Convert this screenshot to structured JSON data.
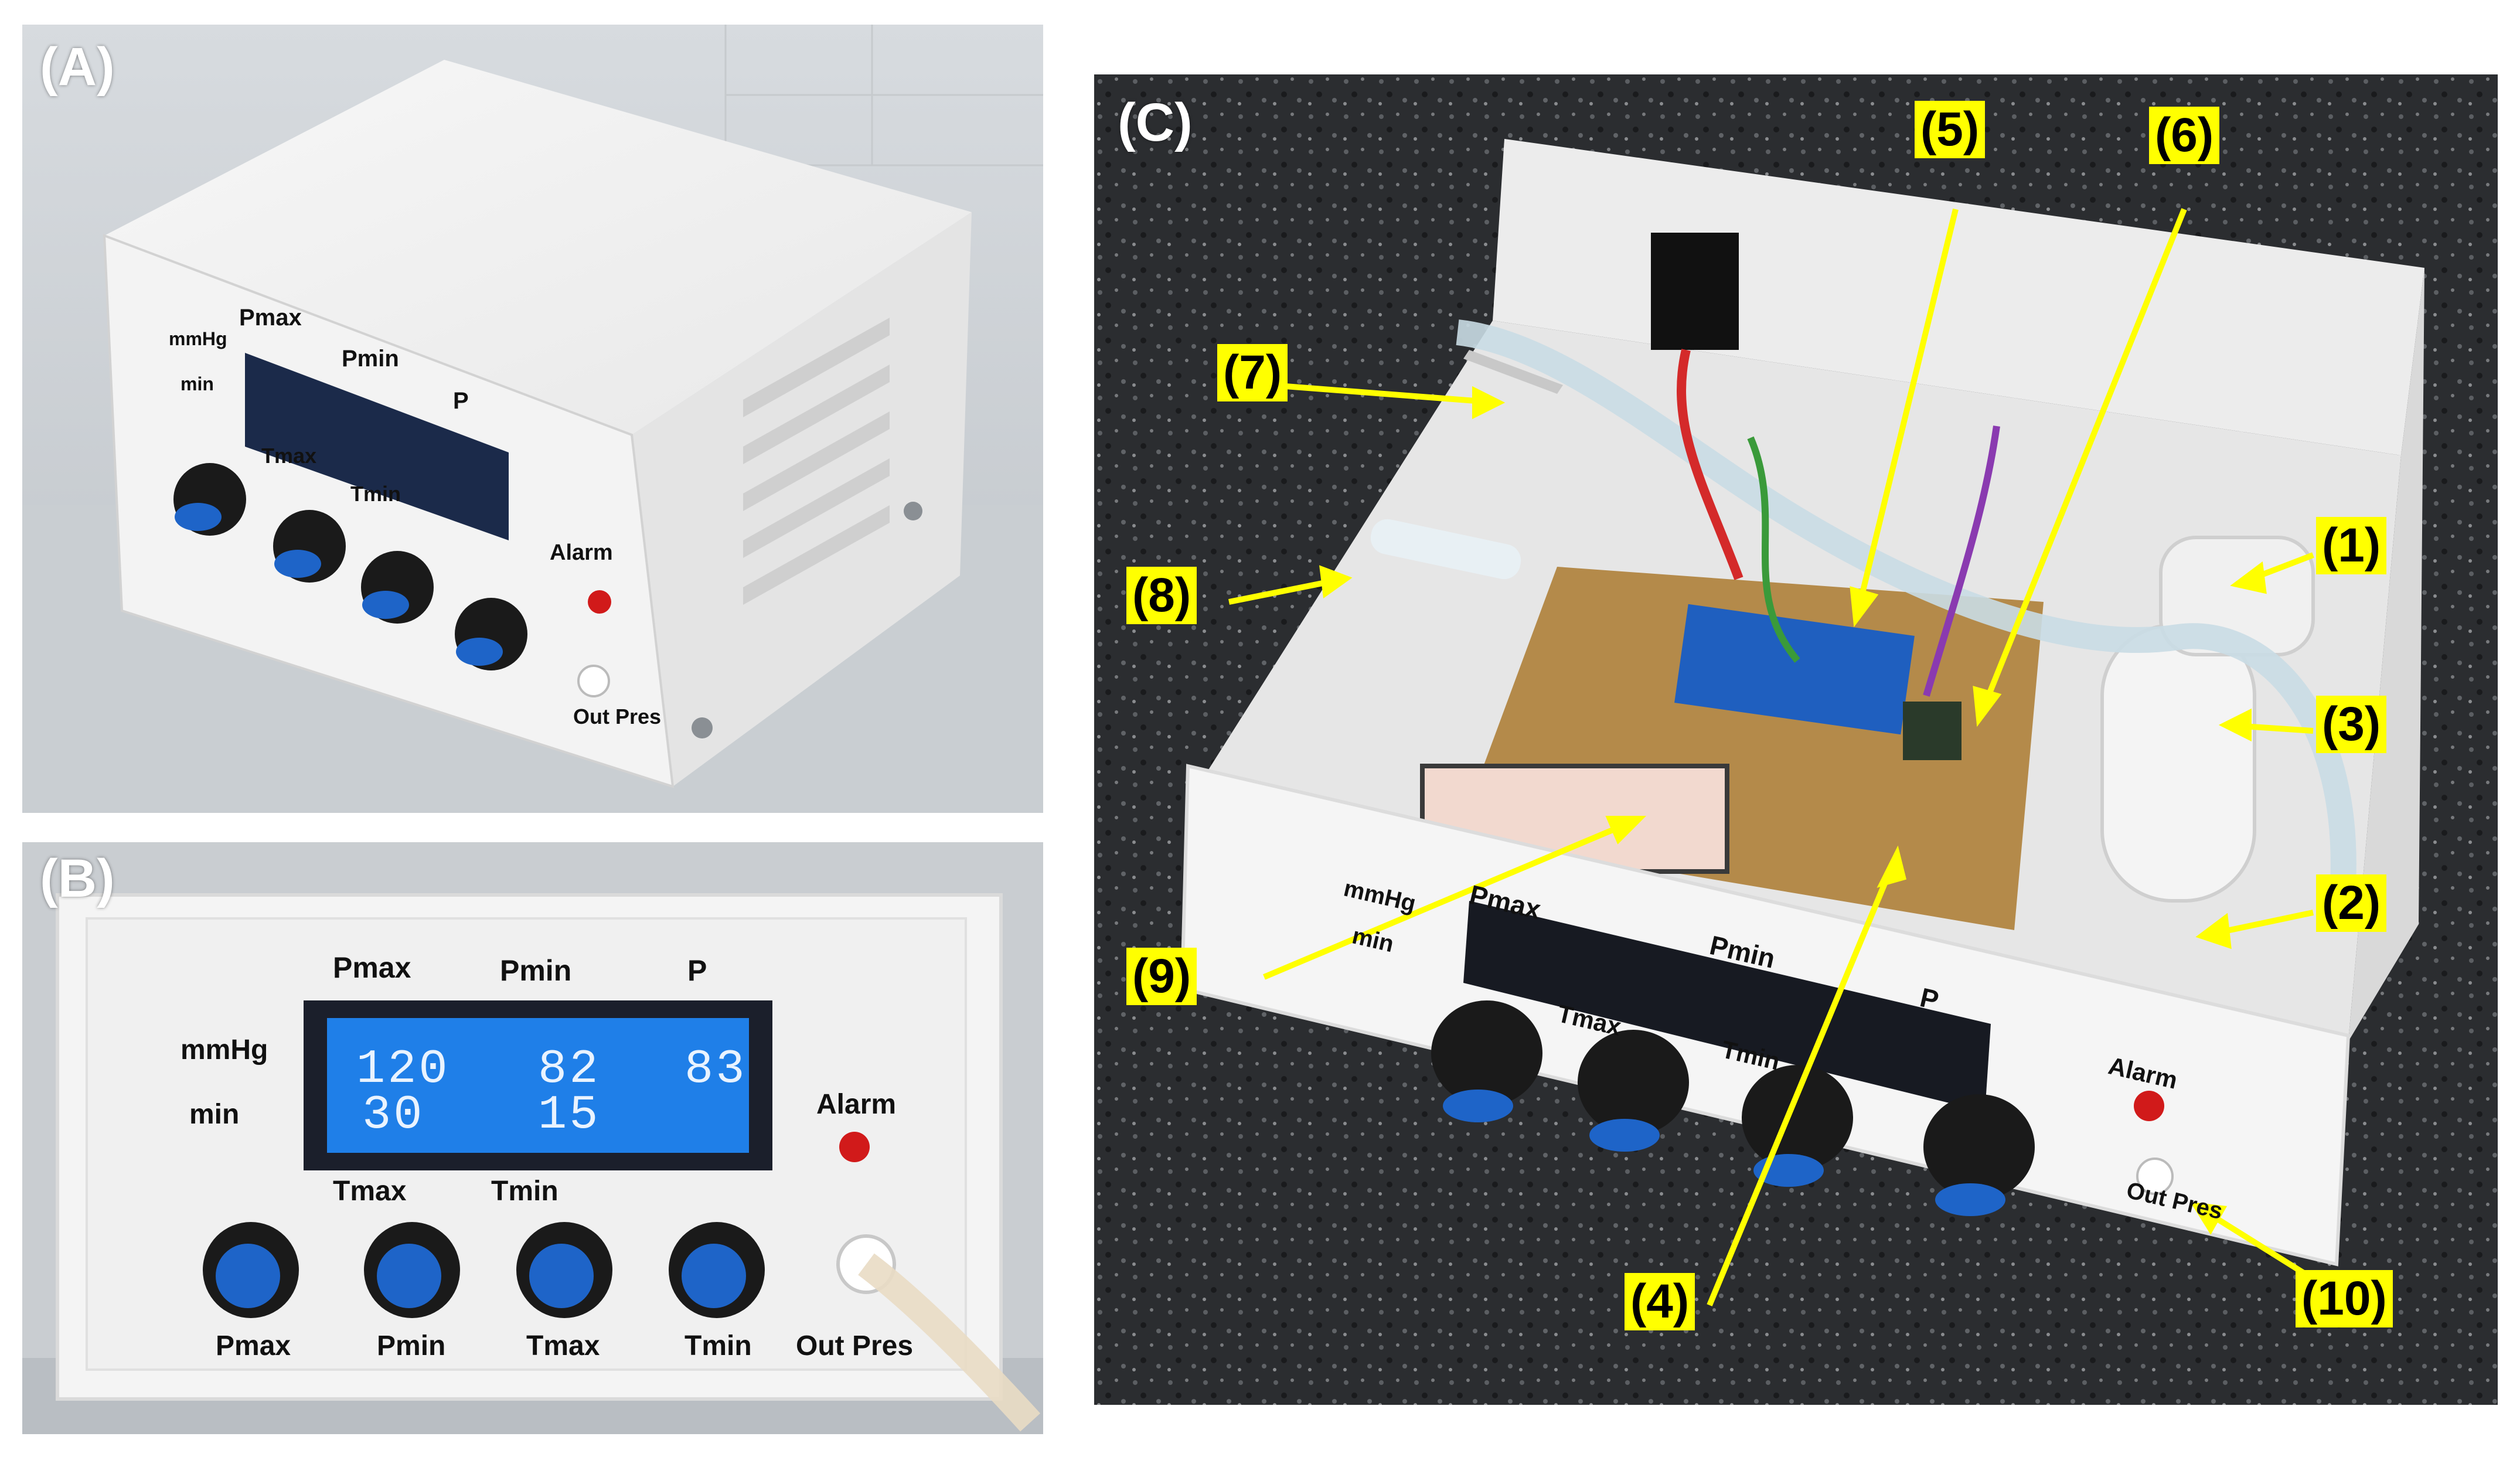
{
  "panels": {
    "a": {
      "letter": "(A)",
      "front_labels": {
        "pmax": "Pmax",
        "pmin": "Pmin",
        "p": "P",
        "mmhg": "mmHg",
        "min": "min",
        "tmax": "Tmax",
        "tmin": "Tmin",
        "alarm": "Alarm",
        "out_pres": "Out Pres"
      }
    },
    "b": {
      "letter": "(B)",
      "top_labels": {
        "pmax": "Pmax",
        "pmin": "Pmin",
        "p": "P"
      },
      "side_labels": {
        "mmhg": "mmHg",
        "min": "min"
      },
      "lcd": {
        "row1": {
          "c1": "120",
          "c2": "82",
          "c3": "83"
        },
        "row2": {
          "c1": "30",
          "c2": "15"
        }
      },
      "mid_labels": {
        "tmax": "Tmax",
        "tmin": "Tmin"
      },
      "alarm": "Alarm",
      "knob_labels": {
        "k1": "Pmax",
        "k2": "Pmin",
        "k3": "Tmax",
        "k4": "Tmin"
      },
      "out_pres": "Out Pres"
    },
    "c": {
      "letter": "(C)",
      "front_labels": {
        "mmhg": "mmHg",
        "min": "min",
        "pmax": "Pmax",
        "pmin": "Pmin",
        "p": "P",
        "tmax": "Tmax",
        "tmin": "Tmin",
        "alarm": "Alarm",
        "out_pres": "Out Pres"
      },
      "callouts": {
        "c1": "(1)",
        "c2": "(2)",
        "c3": "(3)",
        "c4": "(4)",
        "c5": "(5)",
        "c6": "(6)",
        "c7": "(7)",
        "c8": "(8)",
        "c9": "(9)",
        "c10": "(10)"
      }
    }
  },
  "colors": {
    "callout_fill": "#ffff00",
    "arrow": "#ffff00",
    "lcd_blue": "#1f7fe8",
    "knob_blue": "#1e64c8",
    "alarm_red": "#d11a1a"
  }
}
